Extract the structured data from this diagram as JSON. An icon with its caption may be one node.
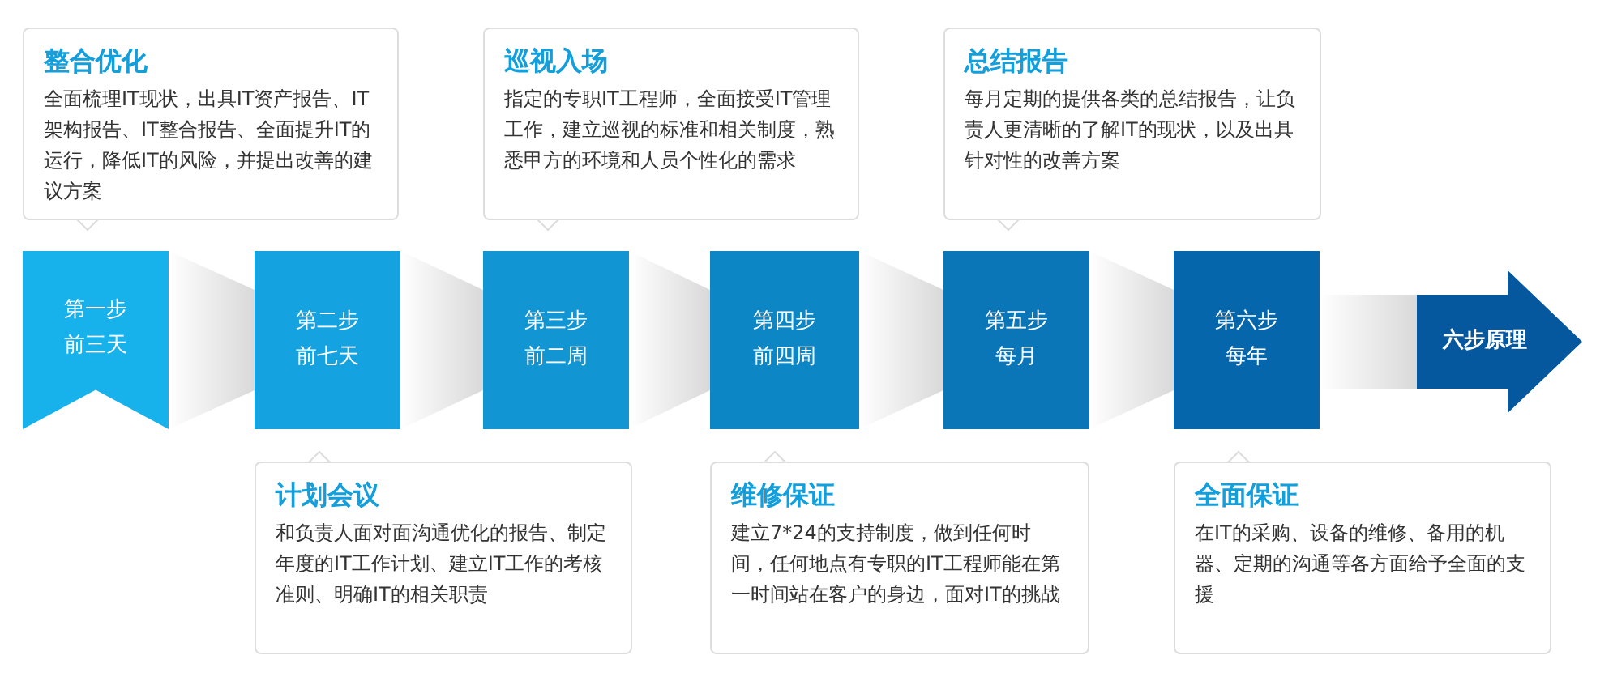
{
  "diagram": {
    "nodes": [
      {
        "text": [
          "第一步",
          "前三天"
        ]
      },
      {
        "text": [
          "第二步",
          "前七天"
        ]
      },
      {
        "text": [
          "第三步",
          "前二周"
        ]
      },
      {
        "text": [
          "第四步",
          "前四周"
        ]
      },
      {
        "text": [
          "第五步",
          "每月"
        ]
      },
      {
        "text": [
          "第六步",
          "每年"
        ]
      },
      {
        "text": [
          "六步原理"
        ]
      },
      {
        "text": [
          "整合优化",
          "全面梳理IT现状，出具IT资产报告、IT架构报告、IT整合报告、全面提升IT的运行，降低IT的风险，并提出改善的建议方案"
        ]
      },
      {
        "text": [
          "计划会议",
          "和负责人面对面沟通优化的报告、制定年度的IT工作计划、建立IT工作的考核准则、明确IT的相关职责"
        ]
      },
      {
        "text": [
          "巡视入场",
          "指定的专职IT工程师，全面接受IT管理工作，建立巡视的标准和相关制度，熟悉甲方的环境和人员个性化的需求"
        ]
      },
      {
        "text": [
          "维修保证",
          "建立7*24的支持制度，做到任何时间，任何地点有专职的IT工程师能在第一时间站在客户的身边，面对IT的挑战"
        ]
      },
      {
        "text": [
          "总结报告",
          "每月定期的提供各类的总结报告，让负责人更清晰的了解IT的现状，以及出具针对性的改善方案"
        ]
      },
      {
        "text": [
          "全面保证",
          "在IT的采购、设备的维修、备用的机器、定期的沟通等各方面给予全面的支援"
        ]
      }
    ],
    "edges": [
      {
        "from": 0,
        "to": 1,
        "arrow": "none"
      },
      {
        "from": 1,
        "to": 2,
        "arrow": "none"
      },
      {
        "from": 2,
        "to": 3,
        "arrow": "none"
      },
      {
        "from": 3,
        "to": 4,
        "arrow": "none"
      },
      {
        "from": 4,
        "to": 5,
        "arrow": "none"
      },
      {
        "from": 5,
        "to": 6,
        "arrow": "none"
      }
    ]
  }
}
